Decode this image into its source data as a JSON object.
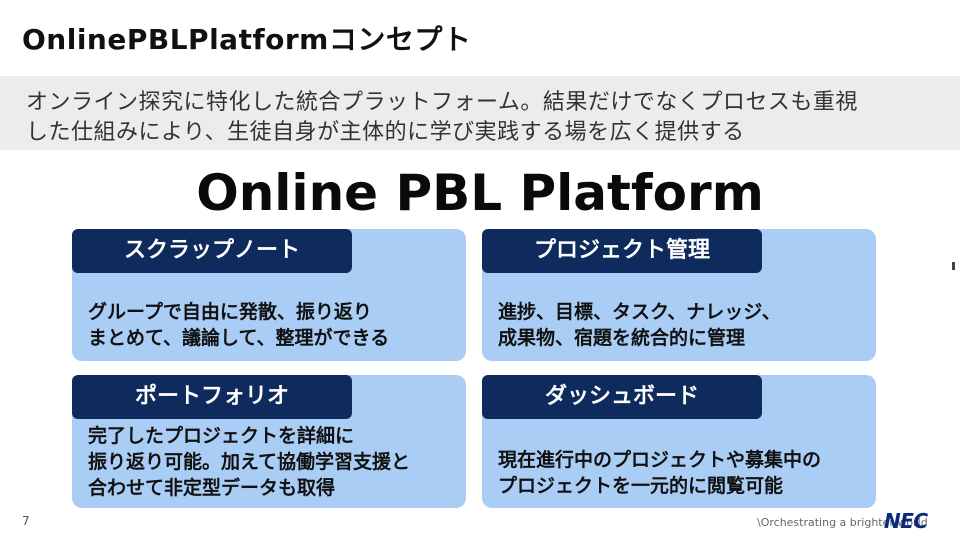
{
  "slide": {
    "title": "OnlinePBLPlatformコンセプト",
    "subtitle_line1": "オンライン探究に特化した統合プラットフォーム。結果だけでなくプロセスも重視",
    "subtitle_line2": "した仕組みにより、生徒自身が主体的に学び実践する場を広く提供する",
    "main_heading": "Online PBL Platform"
  },
  "cards": [
    {
      "label": "スクラップノート",
      "lines": [
        "グループで自由に発散、振り返り",
        "まとめて、議論して、整理ができる"
      ]
    },
    {
      "label": "プロジェクト管理",
      "lines": [
        "進捗、目標、タスク、ナレッジ、",
        "成果物、宿題を統合的に管理"
      ]
    },
    {
      "label": "ポートフォリオ",
      "lines": [
        "完了したプロジェクトを詳細に",
        "振り返り可能。加えて協働学習支援と",
        "合わせて非定型データも取得"
      ]
    },
    {
      "label": "ダッシュボード",
      "lines": [
        "現在進行中のプロジェクトや募集中の",
        "プロジェクトを一元的に閲覧可能"
      ]
    }
  ],
  "footer": {
    "page_number": "7",
    "tagline": "\\Orchestrating a brighter world",
    "logo": "NEC"
  },
  "colors": {
    "card_bg": "#a9cdf5",
    "tab_bg": "#0f2a5c",
    "band_bg": "#ececec",
    "logo": "#0a2a7a"
  }
}
